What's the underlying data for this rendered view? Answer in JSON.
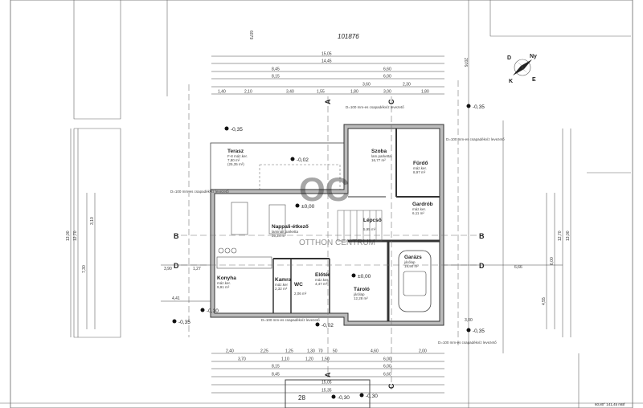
{
  "plot_number": "101876",
  "top_labels": {
    "left_vertical": "6079",
    "right_vertical": "2076"
  },
  "top_dimension_rows": [
    [
      "15,05"
    ],
    [
      "14,45"
    ],
    [
      "8,45",
      "6,60"
    ],
    [
      "8,15",
      "6,00"
    ],
    [
      "3,60",
      "2,30"
    ],
    [
      "1,40",
      "2,10",
      "3,40",
      "1,55",
      "1,80",
      "3,00",
      "1,80"
    ]
  ],
  "bottom_dimension_rows": [
    [
      "2,40",
      "2,25",
      "1,25",
      "1,30",
      "70",
      "50",
      "4,60",
      "2,00"
    ],
    [
      "3,70",
      "1,10",
      "1,20",
      "1,50",
      "6,00"
    ],
    [
      "8,15",
      "6,00"
    ],
    [
      "8,45",
      "6,60"
    ],
    [
      "15,05"
    ],
    [
      "15,35"
    ]
  ],
  "side_dimensions": {
    "left": [
      "13,00",
      "12,70",
      "7,30",
      "3,10"
    ],
    "right": [
      "13,00",
      "12,70",
      "6,00",
      "4,55"
    ]
  },
  "rooms": [
    {
      "name": "Terasz",
      "floor": "F-8 máz.ker.",
      "area": "7,80 m²",
      "extra": "(25,35 m²)"
    },
    {
      "name": "Szoba",
      "floor": "lam.parketta",
      "area": "16,77 m²"
    },
    {
      "name": "Fürdő",
      "floor": "máz.ker.",
      "area": "8,97 m²"
    },
    {
      "name": "Gardrób",
      "floor": "máz.ker.",
      "area": "6,11 m²"
    },
    {
      "name": "Lépcső",
      "floor": "",
      "area": "5,95 m²"
    },
    {
      "name": "Nappali-étkező",
      "floor": "laminált parketta",
      "area": "39,24 m²"
    },
    {
      "name": "Konyha",
      "floor": "máz.ker.",
      "area": "9,91 m²"
    },
    {
      "name": "Kamra",
      "floor": "máz.ker",
      "area": "2,32 m²"
    },
    {
      "name": "WC",
      "floor": "",
      "area": "2,06 m²"
    },
    {
      "name": "Előtér",
      "floor": "máz.ker.",
      "area": "4,47 m²"
    },
    {
      "name": "Tároló",
      "floor": "járólap",
      "area": "12,28 m²"
    },
    {
      "name": "Garázs",
      "floor": "járólap",
      "area": "19,90 m²"
    }
  ],
  "levels": [
    "-0,35",
    "-0,02",
    "±0,00",
    "±0,00",
    "-0,35",
    "-0,30",
    "-0,35",
    "-0,02",
    "-0,35",
    "-0,30",
    "-0,30"
  ],
  "section_marks": {
    "a": "A",
    "b": "B",
    "c": "C",
    "d": "D"
  },
  "notes": {
    "drain": "D=100 mm-es csapadékvíz levezető",
    "lot_number": "28",
    "elevation": "60,80° 141,45 mBf",
    "offset_left": "1,27",
    "offset_left2": "3,90",
    "offset_left3": "4,41",
    "offset_right": "6,66",
    "offset_right2": "3,00"
  },
  "compass": {
    "n": "D",
    "ne": "Ny",
    "s": "K",
    "e": "E"
  },
  "watermark": "OTTHON CENTRUM"
}
